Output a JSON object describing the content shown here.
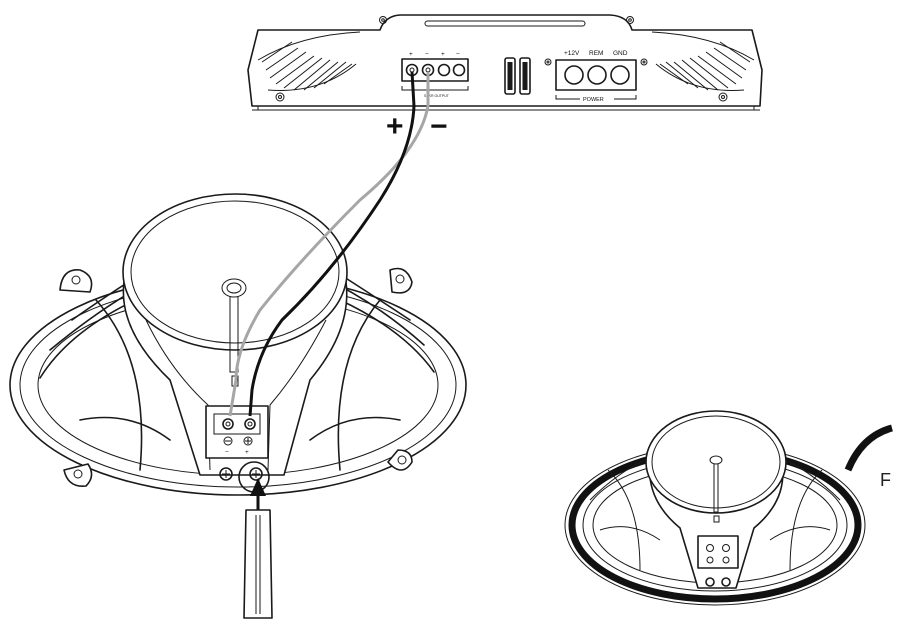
{
  "amplifier": {
    "terminals": {
      "left_plus": "+",
      "left_minus": "−",
      "right_plus": "+",
      "right_minus": "−",
      "small_caption": "SPKR OUTPUT"
    },
    "power": {
      "v12": "+12V",
      "rem": "REM",
      "gnd": "GND",
      "label": "POWER"
    }
  },
  "wire_polarity": {
    "plus": "+",
    "minus": "−"
  },
  "figure_letter": "F",
  "speaker_terminals": {
    "minus": "−",
    "plus": "+"
  },
  "colors": {
    "ink": "#1a1a1a",
    "wire_positive": "#111111",
    "wire_negative": "#a6a6a6",
    "gasket": "#111111"
  }
}
